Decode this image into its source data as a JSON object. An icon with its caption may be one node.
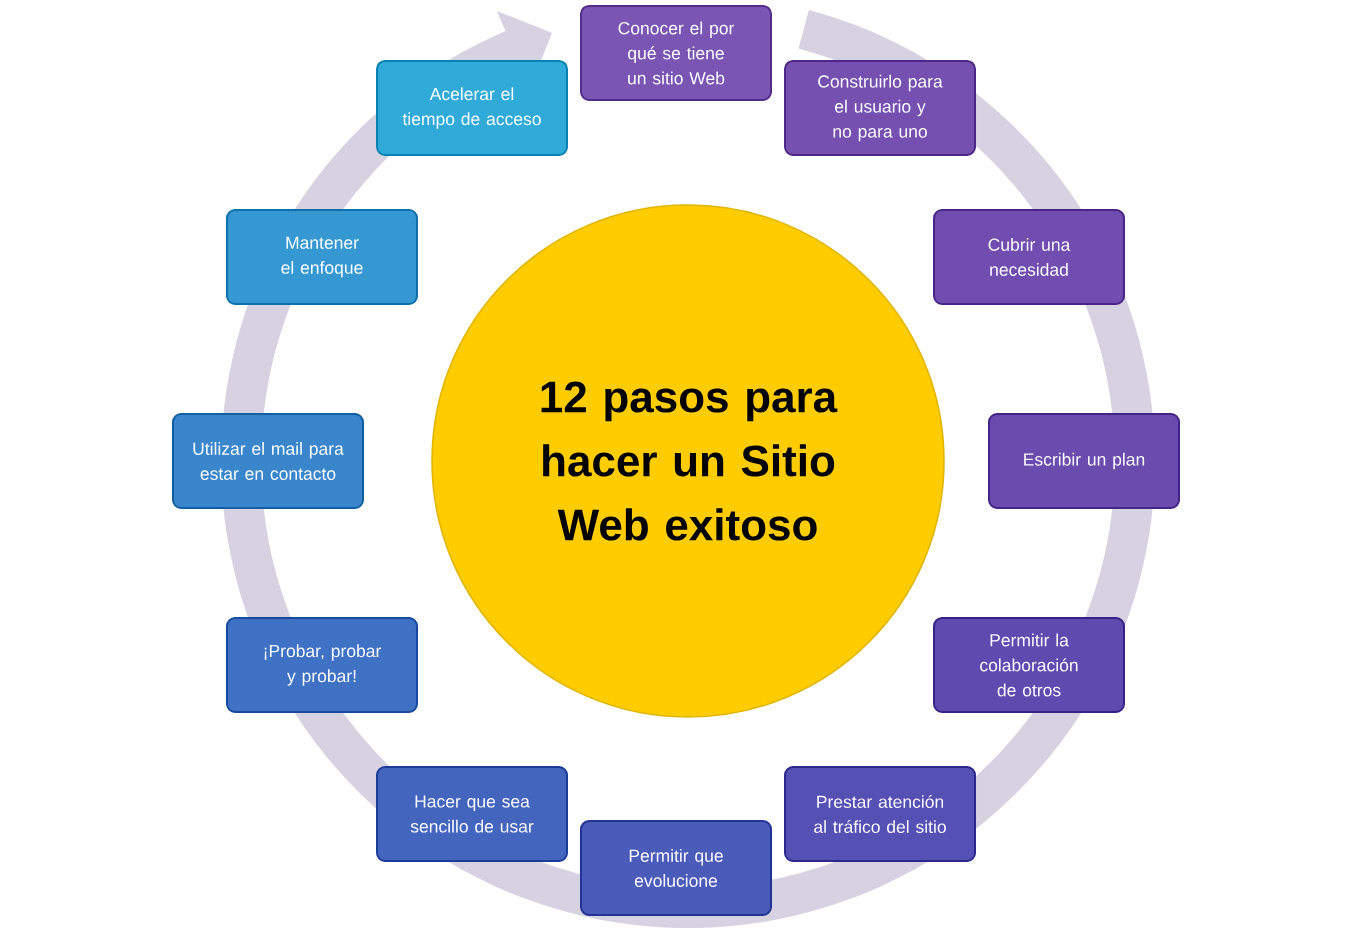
{
  "diagram": {
    "nodes": [
      {
        "text": [
          "12 pasos para hacer un Sitio Web exitoso"
        ]
      },
      {
        "text": [
          "Conocer el por qué se tiene un sitio Web"
        ]
      },
      {
        "text": [
          "Construirlo para el usuario y no para uno"
        ]
      },
      {
        "text": [
          "Cubrir una necesidad"
        ]
      },
      {
        "text": [
          "Escribir un plan"
        ]
      },
      {
        "text": [
          "Permitir la colaboración de otros"
        ]
      },
      {
        "text": [
          "Prestar atención al tráfico del sitio"
        ]
      },
      {
        "text": [
          "Permitir que evolucione"
        ]
      },
      {
        "text": [
          "Hacer que sea sencillo de usar"
        ]
      },
      {
        "text": [
          "¡Probar, probar y probar!"
        ]
      },
      {
        "text": [
          "Utilizar el mail para estar en contacto"
        ]
      },
      {
        "text": [
          "Mantener el enfoque"
        ]
      },
      {
        "text": [
          "Acelerar el tiempo de acceso"
        ]
      }
    ]
  }
}
